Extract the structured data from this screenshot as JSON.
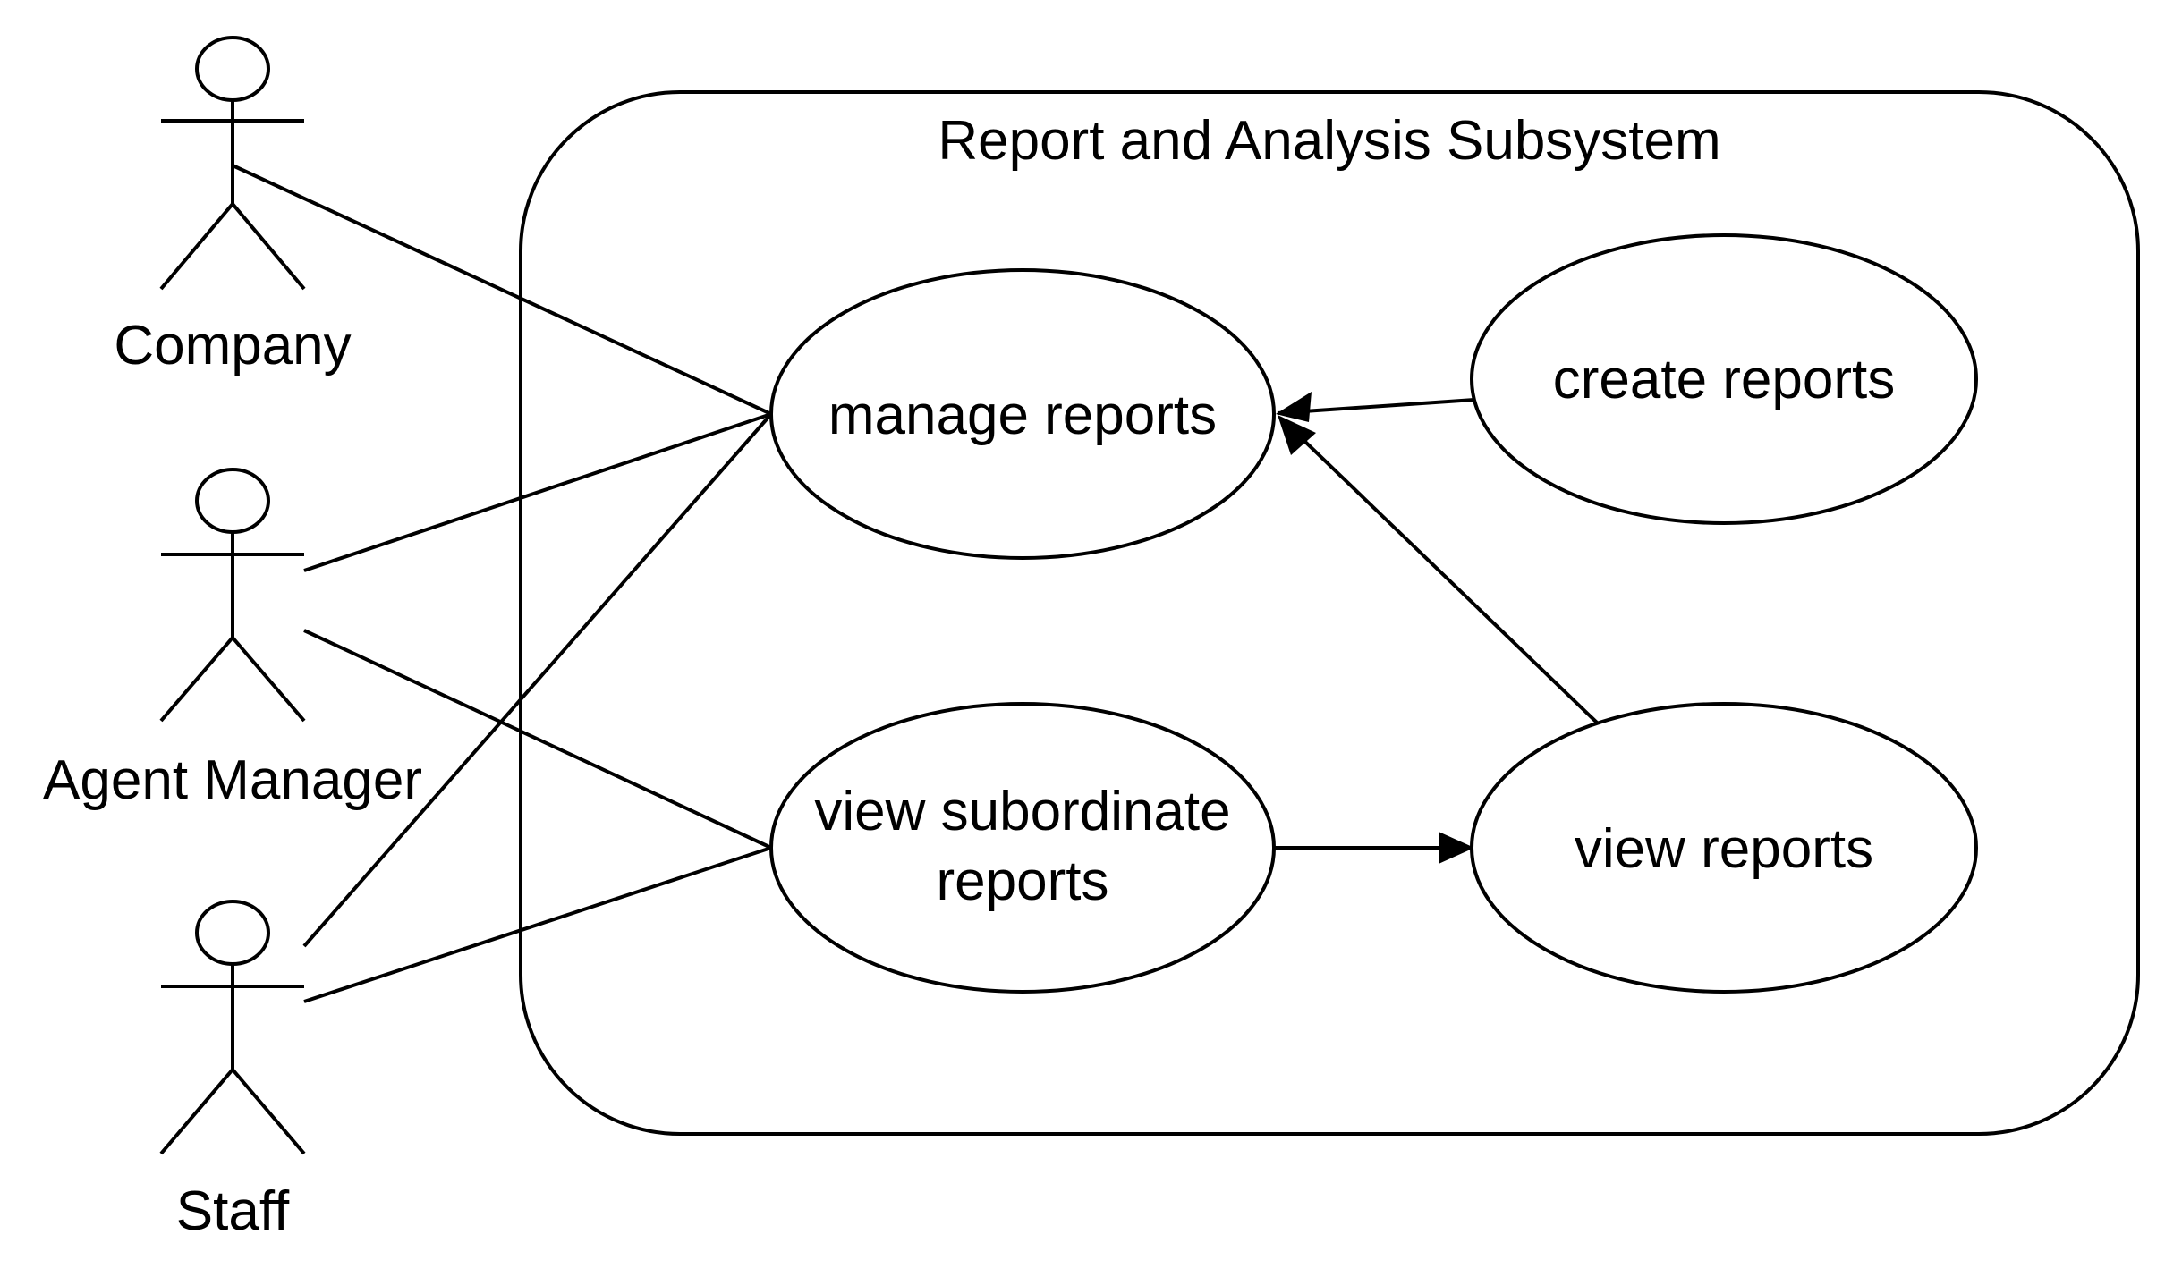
{
  "diagram": {
    "system": {
      "title": "Report and Analysis Subsystem"
    },
    "actors": [
      {
        "id": "company",
        "label": "Company"
      },
      {
        "id": "agent-manager",
        "label": "Agent Manager"
      },
      {
        "id": "staff",
        "label": "Staff"
      }
    ],
    "use_cases": [
      {
        "id": "manage-reports",
        "lines": [
          "manage reports"
        ]
      },
      {
        "id": "create-reports",
        "lines": [
          "create reports"
        ]
      },
      {
        "id": "view-subordinate-reports",
        "lines": [
          "view subordinate",
          "reports"
        ]
      },
      {
        "id": "view-reports",
        "lines": [
          "view reports"
        ]
      }
    ],
    "associations": [
      {
        "from": "company",
        "to": "manage-reports"
      },
      {
        "from": "agent-manager",
        "to": "manage-reports"
      },
      {
        "from": "agent-manager",
        "to": "view-subordinate-reports"
      },
      {
        "from": "staff",
        "to": "manage-reports"
      },
      {
        "from": "staff",
        "to": "view-subordinate-reports"
      }
    ],
    "relationships": [
      {
        "from": "create-reports",
        "to": "manage-reports"
      },
      {
        "from": "view-reports",
        "to": "manage-reports"
      },
      {
        "from": "view-subordinate-reports",
        "to": "view-reports"
      }
    ],
    "colors": {
      "stroke": "#000000",
      "background": "#ffffff"
    }
  }
}
